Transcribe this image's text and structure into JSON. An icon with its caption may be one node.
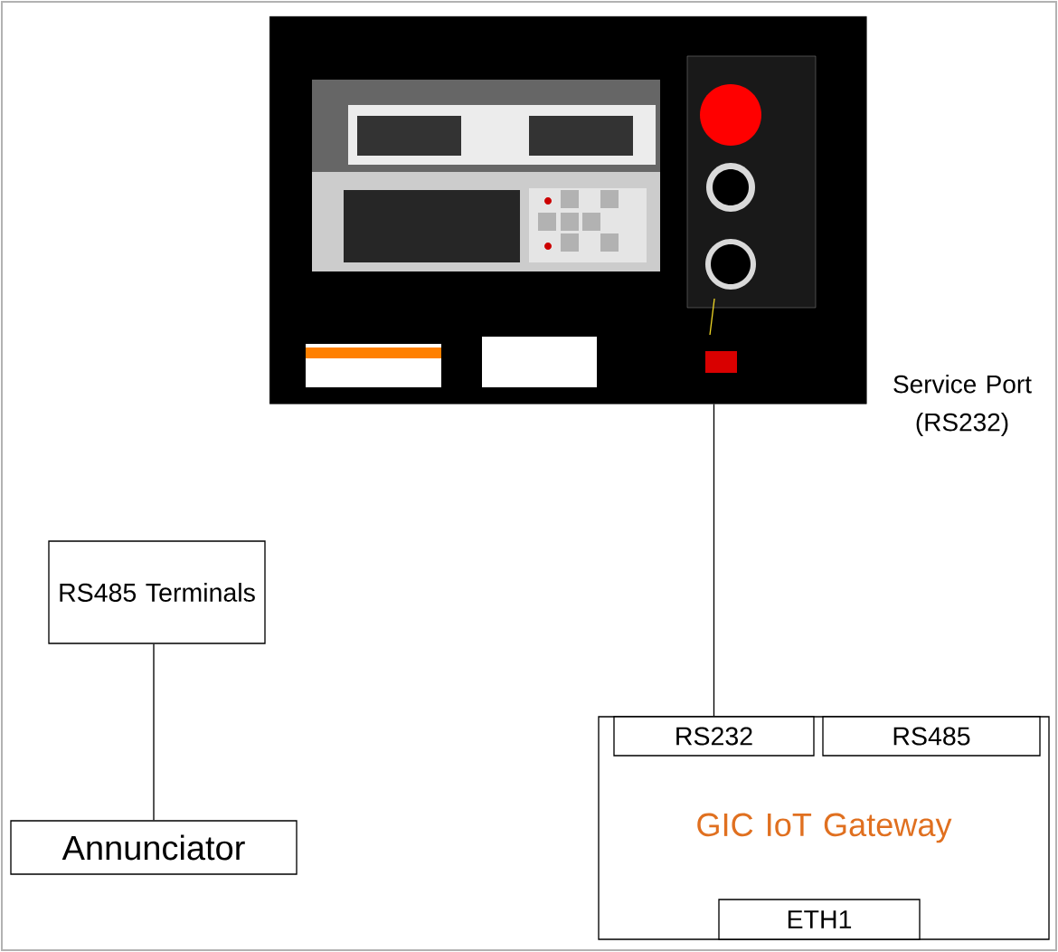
{
  "diagram": {
    "nodes": [
      {
        "text": [],
        "shape": "picture"
      },
      {
        "text": [
          "RS485 Terminals"
        ]
      },
      {
        "text": [
          "GIC IoT Gateway"
        ]
      },
      {
        "text": [
          "RS232"
        ],
        "in": 2
      },
      {
        "text": [
          "RS485"
        ],
        "in": 2
      },
      {
        "text": [
          "ETH1"
        ],
        "in": 2
      },
      {
        "text": [
          "Annunciator"
        ]
      }
    ],
    "edges": [
      {
        "from": 0,
        "to": 3,
        "arrow": "none"
      },
      {
        "from": 1,
        "to": 6,
        "arrow": "none"
      }
    ],
    "labels": [
      "Service Port (RS232)"
    ]
  }
}
